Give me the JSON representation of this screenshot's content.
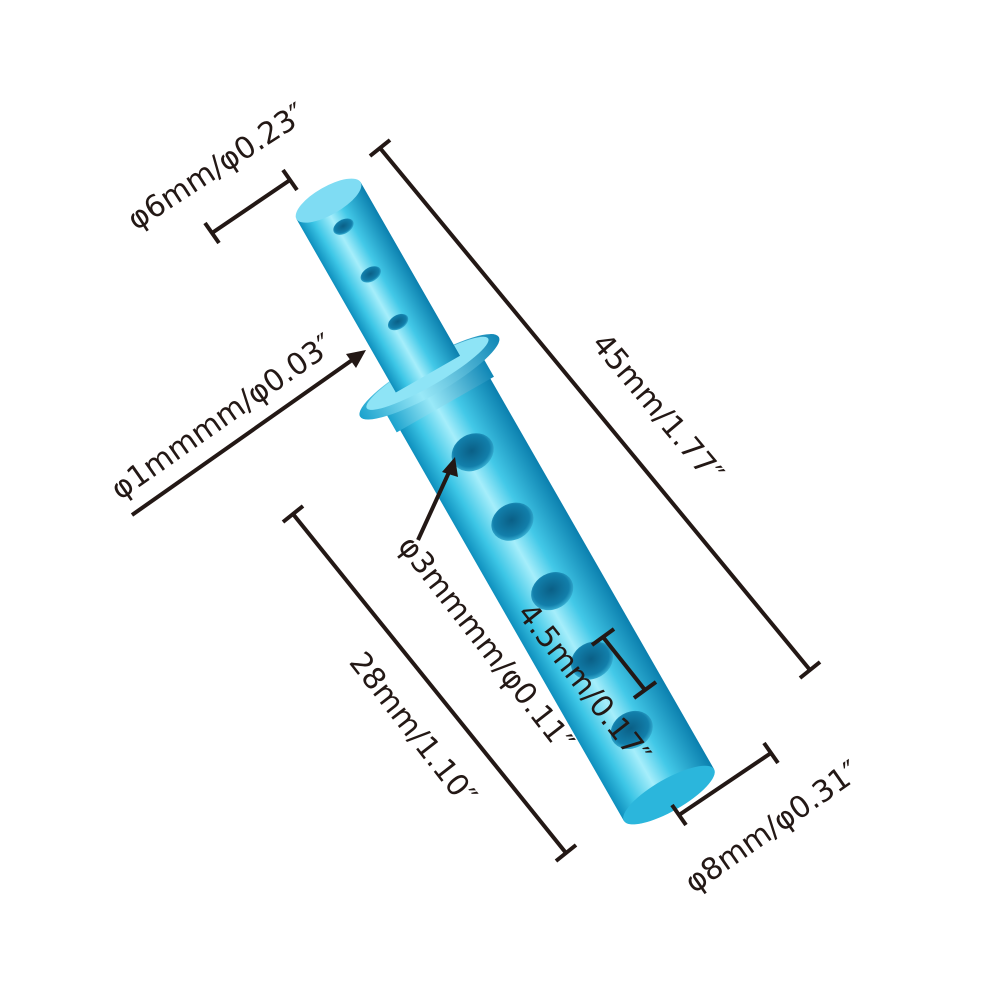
{
  "product": {
    "name": "aluminum-body-post",
    "colors": {
      "body_light": "#8fe6f8",
      "body_mid": "#35c3e3",
      "body_dark": "#0c86b4",
      "hole": "#0a6f99",
      "dimension_ink": "#231815",
      "background": "#ffffff"
    }
  },
  "dimensions": {
    "top_diameter": "φ6mm/φ0.23″",
    "small_hole": "φ1mmmm/φ0.03″",
    "overall_length": "45mm/1.77″",
    "large_hole": "φ3mmmm/φ0.11″",
    "hole_pitch": "4.5mm/0.17″",
    "lower_length": "28mm/1.10″",
    "bottom_diameter": "φ8mm/φ0.31″"
  }
}
